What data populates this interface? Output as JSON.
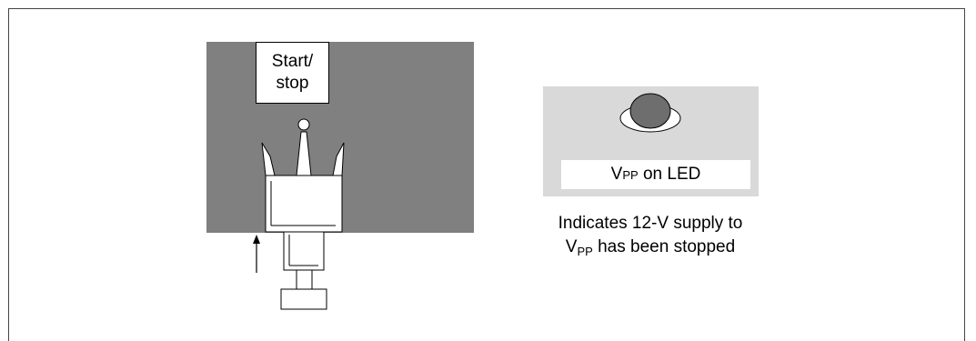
{
  "start_stop": {
    "line1": "Start/",
    "line2": "stop"
  },
  "led": {
    "label_main": "V",
    "label_sub": "PP",
    "label_rest": " on LED"
  },
  "caption": {
    "line1": "Indicates 12-V supply to",
    "line2_main": "V",
    "line2_sub": "PP",
    "line2_rest": " has been stopped"
  },
  "colors": {
    "panel_dark": "#808080",
    "panel_light": "#d9d9d9",
    "led": "#6e6e6e"
  }
}
